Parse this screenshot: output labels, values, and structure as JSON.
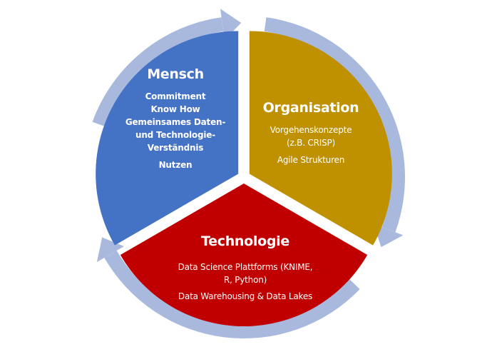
{
  "colors": {
    "ring": "#a9b9de",
    "mensch": "#4472c4",
    "organisation": "#bf9000",
    "technologie": "#c00000"
  },
  "segments": [
    {
      "key": "mensch",
      "title": "Mensch",
      "items": [
        "Commitment",
        "Know How",
        "Gemeinsames Daten-",
        "und Technologie-",
        "Verständnis",
        "Nutzen"
      ]
    },
    {
      "key": "organisation",
      "title": "Organisation",
      "items": [
        "Vorgehenskonzepte",
        "(z.B. CRISP)",
        "Agile Strukturen"
      ]
    },
    {
      "key": "technologie",
      "title": "Technologie",
      "items": [
        "Data Science Plattforms (KNIME,",
        "R, Python)",
        "Data Warehousing & Data Lakes"
      ]
    }
  ]
}
